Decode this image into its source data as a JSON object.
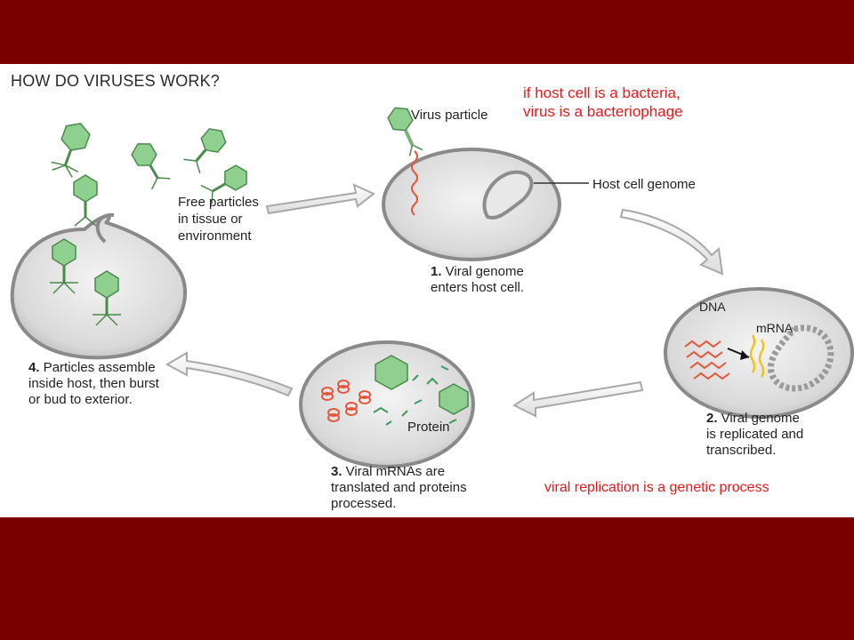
{
  "title": "HOW DO VIRUSES WORK?",
  "note_top": "if host cell is a bacteria,\nvirus is a bacteriophage",
  "note_bottom": "viral replication is a genetic process",
  "labels": {
    "virus_particle": "Virus particle",
    "host_cell_genome": "Host cell genome",
    "free_particles": "Free particles\nin tissue or\nenvironment",
    "dna": "DNA",
    "mrna": "mRNA",
    "protein": "Protein"
  },
  "steps": [
    {
      "number": "1.",
      "text": " Viral genome\nenters host cell."
    },
    {
      "number": "2.",
      "text": " Viral genome\nis replicated and\ntranscribed."
    },
    {
      "number": "3.",
      "text": " Viral mRNAs are\ntranslated and proteins\nprocessed."
    },
    {
      "number": "4.",
      "text": " Particles assemble\ninside host, then burst\nor bud to exterior."
    }
  ],
  "colors": {
    "background": "#7a0000",
    "panel": "#ffffff",
    "annotation_red": "#e11b1b",
    "capsid_green": "#8fcf8f",
    "genome_red": "#e5553a",
    "mrna_yellow": "#f0c21b"
  }
}
